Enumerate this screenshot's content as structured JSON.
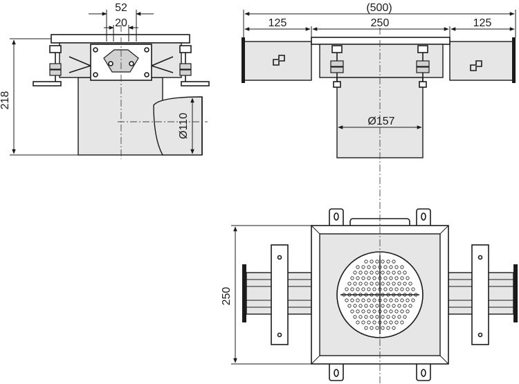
{
  "dimensions": {
    "side_width_outer": "52",
    "side_width_inner": "20",
    "side_height": "218",
    "side_outlet_diameter": "Ø110",
    "front_total": "(500)",
    "front_left": "125",
    "front_center": "250",
    "front_right": "125",
    "front_body_diameter": "Ø157",
    "plan_height": "250"
  },
  "colors": {
    "line": "#1a1a1a",
    "body_fill": "#e6e6e6",
    "paper": "#ffffff"
  }
}
